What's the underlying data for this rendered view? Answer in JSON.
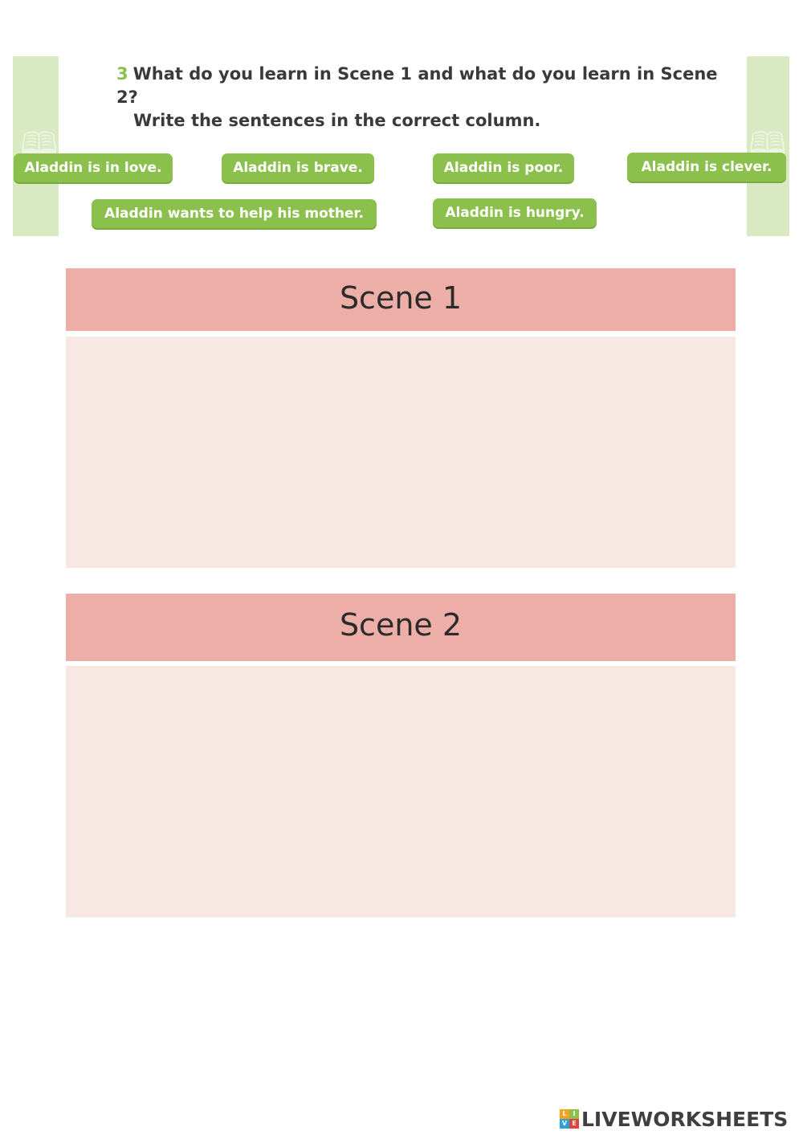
{
  "instructions": {
    "number": "3",
    "line1": "What do you learn in Scene 1 and what do you learn in Scene 2?",
    "line2": "Write the sentences in the correct column."
  },
  "chips": [
    "Aladdin is in love.",
    "Aladdin is brave.",
    "Aladdin is poor.",
    "Aladdin is clever.",
    "Aladdin wants to help his mother.",
    "Aladdin is hungry."
  ],
  "scenes": [
    {
      "title": "Scene 1"
    },
    {
      "title": "Scene 2"
    }
  ],
  "logo": {
    "icon_letters": [
      "L",
      "I",
      "V",
      "E"
    ],
    "text": "LIVEWORKSHEETS"
  },
  "colors": {
    "chip_green": "#8cc04c",
    "side_strip": "#d9e9c1",
    "scene_header": "#ecaea6",
    "scene_drop": "#f7e8e4"
  }
}
